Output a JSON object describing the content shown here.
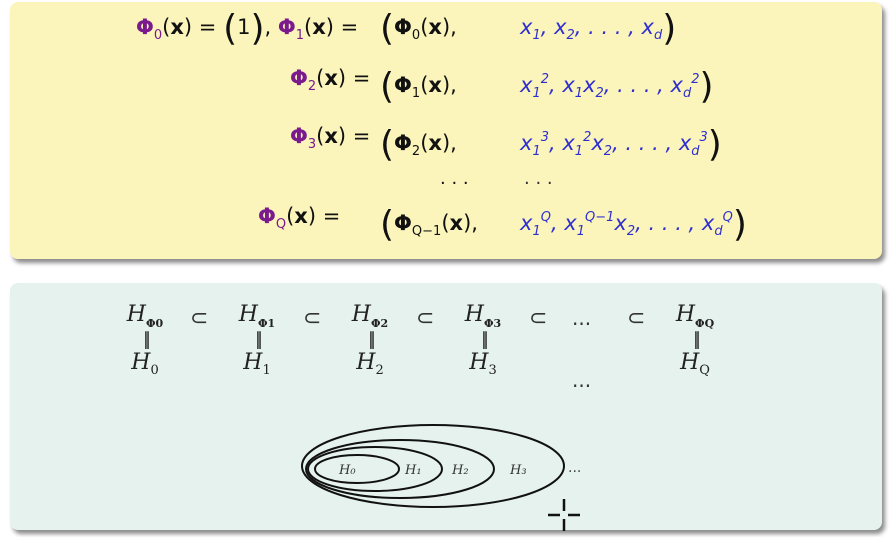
{
  "equations": [
    {
      "lhs": "Φ0(x) = (1), Φ1(x) = (Φ0(x),",
      "rhs": "x1, x2, . . . , xd)"
    },
    {
      "lhs": "Φ2(x) = (Φ1(x),",
      "rhs": "x1^2, x1x2, . . . , xd^2)"
    },
    {
      "lhs": "Φ3(x) = (Φ2(x),",
      "rhs": "x1^3, x1^2x2, . . . , xd^3)"
    },
    {
      "lhs": ". . .",
      "rhs": ". . ."
    },
    {
      "lhs": "ΦQ(x) = (ΦQ−1(x),",
      "rhs": "x1^Q, x1^(Q−1)x2, . . . , xd^Q)"
    }
  ],
  "hypothesis_chain": {
    "top": [
      "HΦ0",
      "HΦ1",
      "HΦ2",
      "HΦ3",
      "...",
      "HΦQ"
    ],
    "bottom": [
      "H0",
      "H1",
      "H2",
      "H3",
      "...",
      "HQ"
    ],
    "relation": "⊂",
    "equality": "||"
  },
  "nested_sets": {
    "labels": [
      "H0",
      "H1",
      "H2",
      "H3",
      "..."
    ]
  },
  "colors": {
    "top_box": "#fbf5bc",
    "bottom_box": "#e5f2ee",
    "phi": "#7a1a8c",
    "features": "#2f2fd0"
  }
}
